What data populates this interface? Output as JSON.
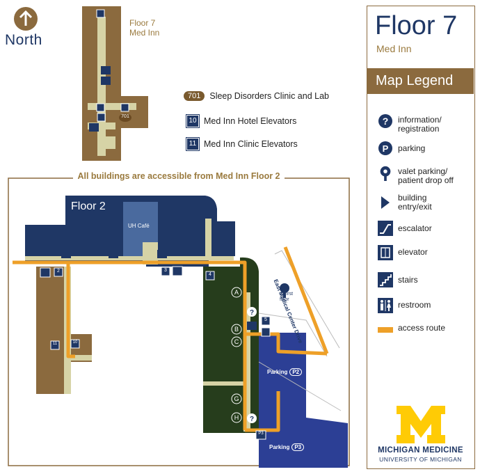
{
  "compass": {
    "label": "North",
    "icon": "north-arrow-icon"
  },
  "floor7_map": {
    "title": "Floor 7",
    "subtitle": "Med Inn",
    "room_701": "701"
  },
  "key": [
    {
      "badge": "701",
      "label": "Sleep Disorders Clinic and Lab"
    },
    {
      "badge": "10",
      "label": "Med Inn Hotel Elevators"
    },
    {
      "badge": "11",
      "label": "Med Inn Clinic Elevators"
    }
  ],
  "access_banner": "All buildings are accessible from Med Inn Floor 2",
  "floor2_map": {
    "title": "Floor 2",
    "cafe": "UH Café",
    "street": "East Medical Center Drive",
    "first_floor_note": "at first floor",
    "parking": [
      {
        "label": "Parking",
        "badge": "P2"
      },
      {
        "label": "Parking",
        "badge": "P3"
      }
    ],
    "building_markers": [
      "A",
      "B",
      "C",
      "G",
      "H"
    ],
    "elevators": [
      "2",
      "3",
      "4",
      "5",
      "10",
      "11",
      "P3"
    ]
  },
  "legend": {
    "floor_title": "Floor 7",
    "building": "Med Inn",
    "header": "Map Legend",
    "items": [
      {
        "icon": "information-icon",
        "label": "information/ registration"
      },
      {
        "icon": "parking-icon",
        "label": "parking"
      },
      {
        "icon": "valet-parking-icon",
        "label": "valet parking/ patient drop off"
      },
      {
        "icon": "entry-arrow-icon",
        "label": "building entry/exit"
      },
      {
        "icon": "escalator-icon",
        "label": "escalator"
      },
      {
        "icon": "elevator-icon",
        "label": "elevator"
      },
      {
        "icon": "stairs-icon",
        "label": "stairs"
      },
      {
        "icon": "restroom-icon",
        "label": "restroom"
      },
      {
        "icon": "access-route-icon",
        "label": "access route"
      }
    ]
  },
  "branding": {
    "name": "MICHIGAN MEDICINE",
    "sub": "UNIVERSITY OF MICHIGAN"
  },
  "colors": {
    "navy": "#1f3765",
    "brown": "#8b6a3e",
    "green": "#263d1c",
    "blue": "#2c3f95",
    "orange": "#eea028",
    "beige": "#d6d3a6",
    "maize": "#ffcb05"
  }
}
